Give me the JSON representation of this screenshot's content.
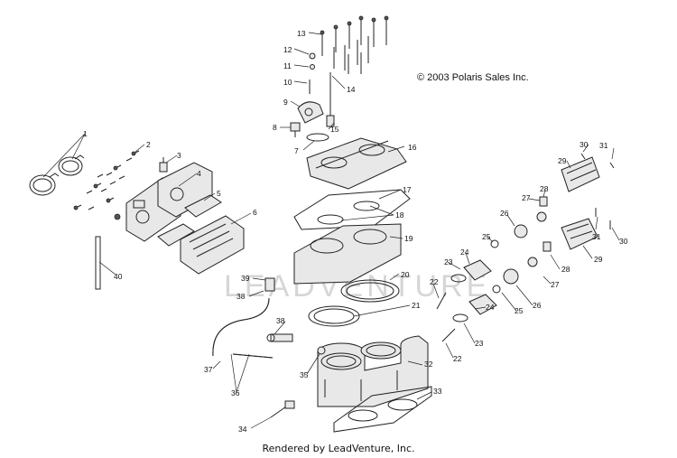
{
  "copyright": "© 2003 Polaris Sales Inc.",
  "footer": "Rendered by LeadVenture, Inc.",
  "watermark": "LEADVENTURE",
  "callouts": [
    "1",
    "2",
    "3",
    "4",
    "5",
    "6",
    "40",
    "13",
    "12",
    "11",
    "10",
    "14",
    "9",
    "8",
    "15",
    "7",
    "16",
    "17",
    "18",
    "19",
    "39",
    "38",
    "20",
    "21",
    "22",
    "23",
    "24",
    "25",
    "26",
    "27",
    "28",
    "29",
    "30",
    "31",
    "35",
    "36",
    "37",
    "32",
    "33",
    "34"
  ]
}
